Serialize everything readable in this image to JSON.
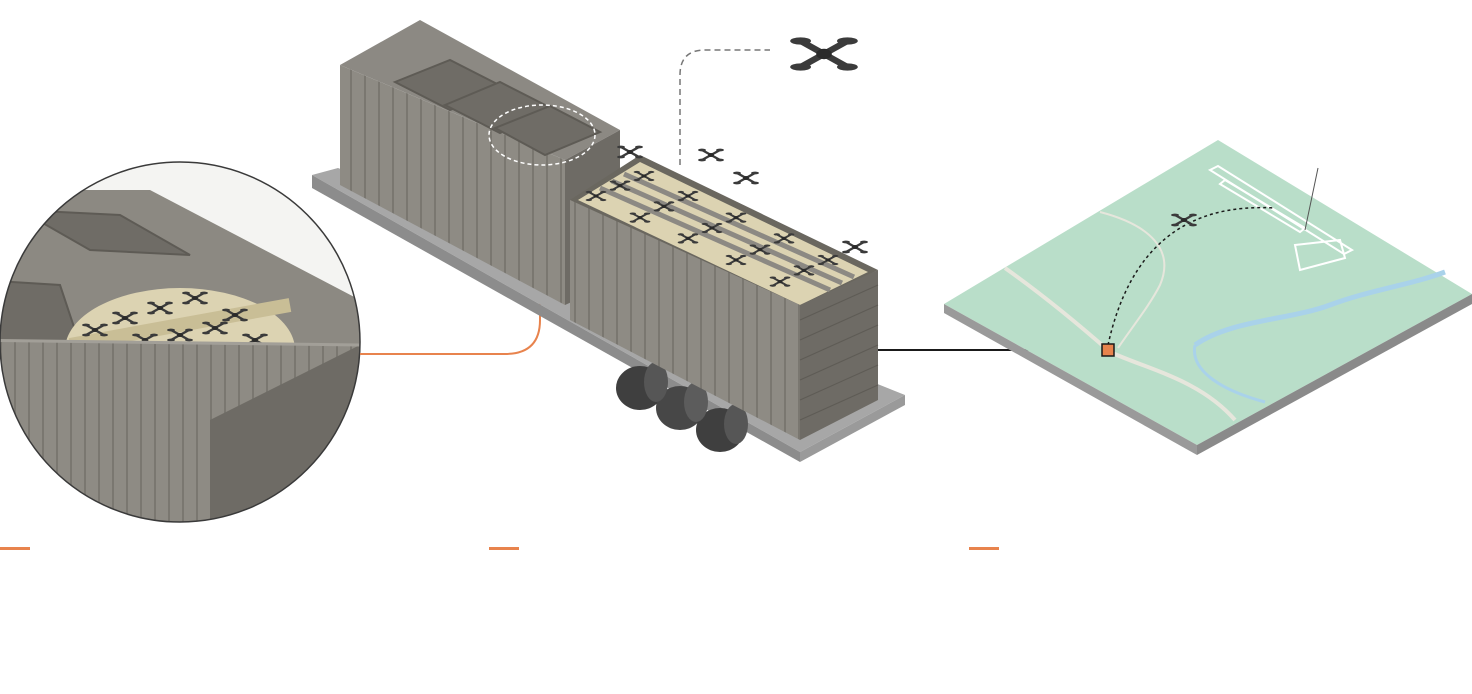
{
  "colors": {
    "accent": "#E8834D",
    "container_side": "#8E8B84",
    "container_top": "#7E7B74",
    "container_dark": "#6E6B65",
    "hatch_panel": "#6F6C66",
    "cargo_fill": "#DCD3B2",
    "drone": "#3B3B3B",
    "platform": "#A7A7A7",
    "platform_side": "#888888",
    "map_ground": "#B9DEC9",
    "map_side": "#8E8E8E",
    "river": "#A9D2EA",
    "road": "#E6E6DC",
    "target_marker": "#E8834D",
    "arrow": "#1A1A1A"
  },
  "panels": [
    {
      "name": "detail-callout",
      "icon": "magnifier-callout"
    },
    {
      "name": "container-truck",
      "icon": "drone-container"
    },
    {
      "name": "target-map",
      "icon": "map-target"
    }
  ],
  "icons": [
    "drone-icon",
    "truck-wheel-icon",
    "airfield-icon",
    "target-marker-icon",
    "arrow-icon"
  ]
}
